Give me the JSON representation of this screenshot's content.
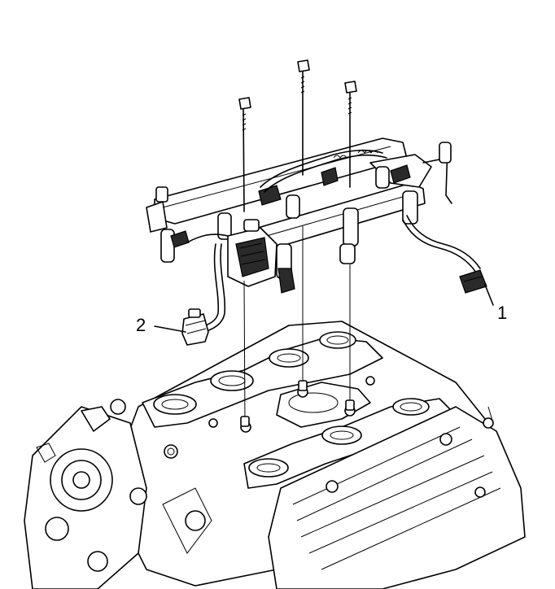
{
  "diagram": {
    "callouts": [
      {
        "id": "1",
        "label": "1"
      },
      {
        "id": "2",
        "label": "2"
      }
    ]
  }
}
